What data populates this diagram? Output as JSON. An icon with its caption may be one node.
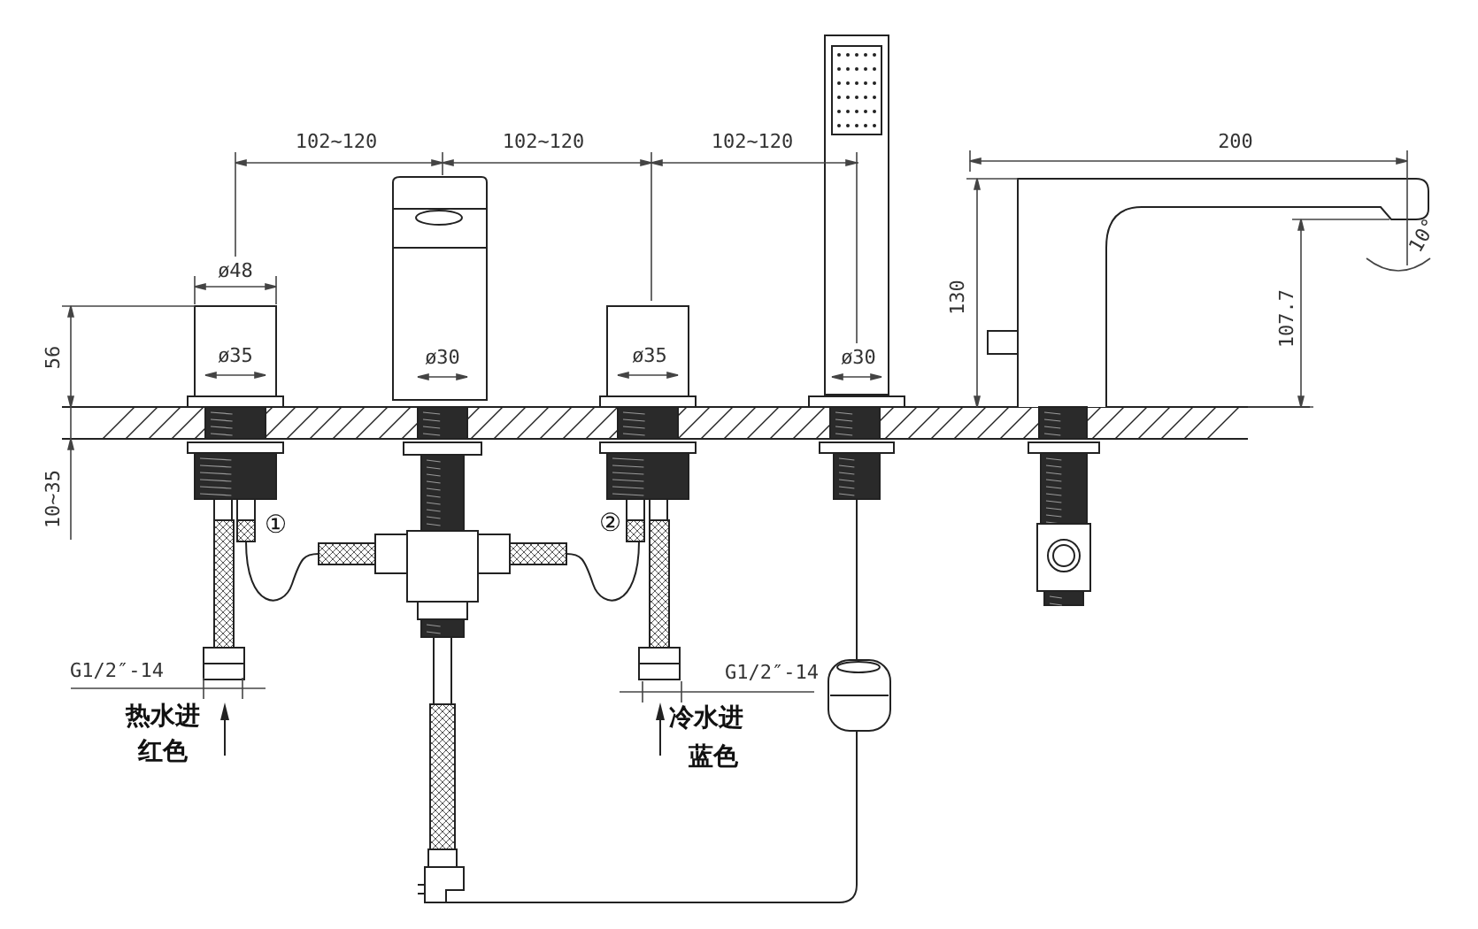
{
  "diagram": {
    "labels": [
      "102~120",
      "102~120",
      "102~120",
      "200",
      "ø48",
      "10°",
      "130",
      "56",
      "ø35",
      "ø30",
      "ø35",
      "ø30",
      "107.7",
      "10~35",
      "①",
      "②",
      "G1/2″-14",
      "G1/2″-14",
      "热水进",
      "冷水进",
      "红色",
      "蓝色"
    ]
  }
}
